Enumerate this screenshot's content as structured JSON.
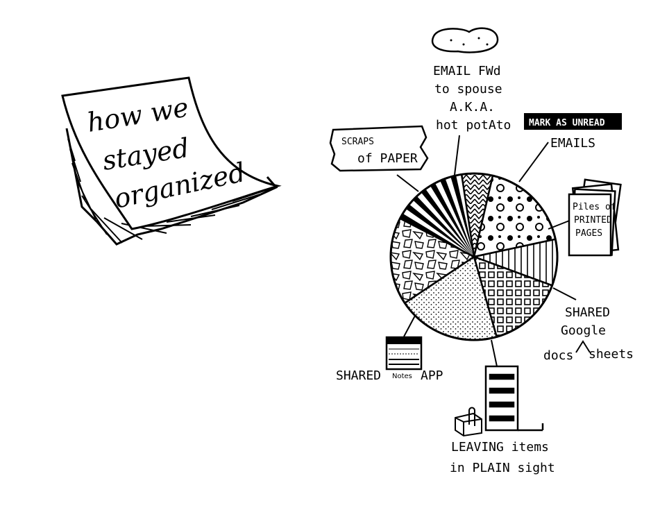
{
  "note": {
    "lines": [
      "how we",
      "stayed",
      "organized"
    ]
  },
  "chart_data": {
    "type": "pie",
    "slices": [
      {
        "key": "potato",
        "label_lines": [
          "EMAIL FWd",
          "to spouse",
          "A.K.A.",
          "hot potAto"
        ],
        "pattern": "zigzag",
        "value": 6
      },
      {
        "key": "unread",
        "label_lines": [
          "MARK AS UNREAD",
          "EMAILS"
        ],
        "pattern": "dots",
        "value": 18
      },
      {
        "key": "piles",
        "label_lines": [
          "Piles of",
          "PRINTED",
          "PAGES"
        ],
        "pattern": "vlines",
        "value": 9
      },
      {
        "key": "google",
        "label_lines": [
          "SHARED",
          "Google",
          "docs",
          "sheets"
        ],
        "pattern": "grid",
        "value": 15
      },
      {
        "key": "sight",
        "label_lines": [
          "LEAVING items",
          "in PLAIN sight"
        ],
        "pattern": "stipple",
        "value": 20
      },
      {
        "key": "notes",
        "label_lines": [
          "SHARED",
          "Notes",
          "APP"
        ],
        "pattern": "shards",
        "value": 17
      },
      {
        "key": "scraps",
        "label_lines": [
          "SCRAPS",
          "of PAPER"
        ],
        "pattern": "rays",
        "value": 15
      }
    ]
  },
  "colors": {
    "ink": "#000000",
    "paper": "#ffffff"
  },
  "icons": [
    "sticky-note-icon",
    "potato-icon",
    "torn-paper-icon",
    "paper-stack-icon",
    "notes-app-icon",
    "filing-cabinet-icon",
    "paper-clip-icon"
  ]
}
